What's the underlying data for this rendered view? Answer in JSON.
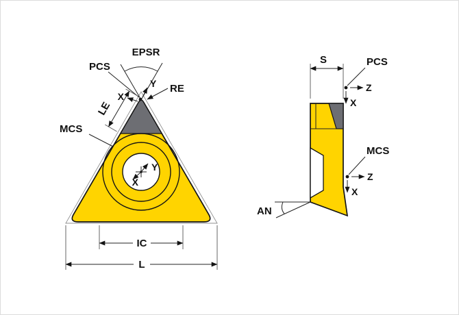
{
  "colors": {
    "insert_fill": "#ffd400",
    "corner_fill": "#6d6e73",
    "outline": "#141414"
  },
  "front_view": {
    "labels": {
      "epsr": "EPSR",
      "pcs": "PCS",
      "re": "RE",
      "le": "LE",
      "mcs": "MCS",
      "corner_x": "X",
      "corner_y": "Y",
      "center_x": "X",
      "center_y": "Y",
      "ic": "IC",
      "l": "L"
    }
  },
  "side_view": {
    "labels": {
      "s": "S",
      "pcs": "PCS",
      "pcs_z": "Z",
      "pcs_x": "X",
      "mcs": "MCS",
      "mcs_z": "Z",
      "mcs_x": "X",
      "an": "AN"
    }
  }
}
